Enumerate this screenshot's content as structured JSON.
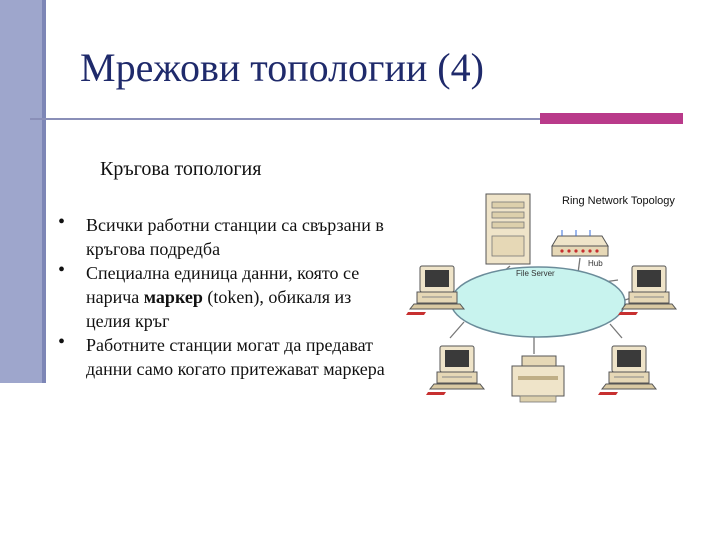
{
  "slide": {
    "title": "Мрежови топологии (4)",
    "subtitle": "Кръгова топология",
    "bullets": [
      {
        "before": "Всички работни станции са свързани в кръгова подредба",
        "term": "",
        "after": ""
      },
      {
        "before": "Специална единица данни, която се нарича ",
        "term": "маркер",
        "after": " (token), обикаля из целия кръг"
      },
      {
        "before": "Работните станции могат да предават данни само когато притежават маркера",
        "term": "",
        "after": ""
      }
    ],
    "bullet_glyph": "•"
  },
  "diagram": {
    "title": "Ring Network Topology",
    "server_label": "File Server",
    "hub_label": "Hub",
    "ring_color": "#c8f3ee",
    "computer_color": "#efe4c9",
    "screen_color": "#3a3a3a"
  }
}
